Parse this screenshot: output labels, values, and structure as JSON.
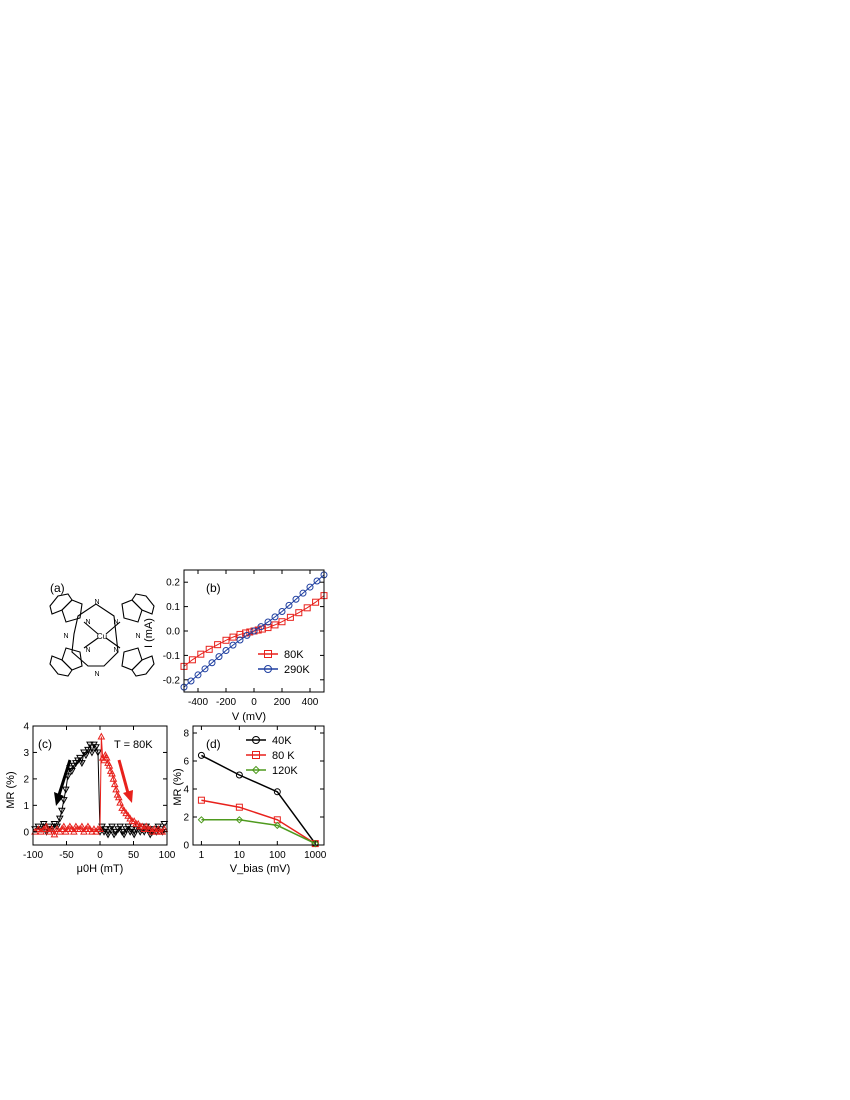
{
  "panels": {
    "a": {
      "tag": "(a)",
      "central_atom": "Cu",
      "ring_atom": "N"
    },
    "b": {
      "tag": "(b)"
    },
    "c": {
      "tag": "(c)",
      "annotation": "T = 80K"
    },
    "d": {
      "tag": "(d)"
    }
  },
  "colors": {
    "red": "#e8211c",
    "blue": "#1f3fa0",
    "black": "#000000",
    "green": "#4e9a1e"
  },
  "chart_data": [
    {
      "panel": "b",
      "type": "line",
      "xlabel": "V (mV)",
      "ylabel": "I (mA)",
      "xlim": [
        -500,
        500
      ],
      "ylim": [
        -0.25,
        0.25
      ],
      "xticks": [
        -400,
        -200,
        0,
        200,
        400
      ],
      "yticks": [
        -0.2,
        -0.1,
        0.0,
        0.1,
        0.2
      ],
      "xtick_labels": [
        "-400",
        "-200",
        "0",
        "200",
        "400"
      ],
      "ytick_labels": [
        "-0.2",
        "-0.1",
        "0.0",
        "0.1",
        "0.2"
      ],
      "legend_position": "bottom-right",
      "series": [
        {
          "name": "80K",
          "marker": "square",
          "color": "#e8211c",
          "x": [
            -500,
            -440,
            -380,
            -320,
            -260,
            -200,
            -150,
            -100,
            -60,
            -30,
            0,
            30,
            60,
            100,
            150,
            200,
            260,
            320,
            380,
            440,
            500
          ],
          "y": [
            -0.145,
            -0.118,
            -0.095,
            -0.075,
            -0.056,
            -0.038,
            -0.025,
            -0.014,
            -0.008,
            -0.004,
            0.0,
            0.004,
            0.008,
            0.014,
            0.025,
            0.038,
            0.056,
            0.075,
            0.095,
            0.118,
            0.145
          ]
        },
        {
          "name": "290K",
          "marker": "circle",
          "color": "#1f3fa0",
          "x": [
            -500,
            -450,
            -400,
            -350,
            -300,
            -250,
            -200,
            -150,
            -100,
            -50,
            0,
            50,
            100,
            150,
            200,
            250,
            300,
            350,
            400,
            450,
            500
          ],
          "y": [
            -0.23,
            -0.205,
            -0.18,
            -0.155,
            -0.13,
            -0.105,
            -0.08,
            -0.058,
            -0.037,
            -0.018,
            0.0,
            0.018,
            0.037,
            0.058,
            0.08,
            0.105,
            0.13,
            0.155,
            0.18,
            0.205,
            0.23
          ]
        }
      ]
    },
    {
      "panel": "c",
      "type": "line",
      "xlabel": "μ0H (mT)",
      "ylabel": "MR (%)",
      "xlim": [
        -100,
        100
      ],
      "ylim": [
        -0.5,
        4
      ],
      "xticks": [
        -100,
        -50,
        0,
        50,
        100
      ],
      "yticks": [
        0,
        1,
        2,
        3,
        4
      ],
      "xtick_labels": [
        "-100",
        "-50",
        "0",
        "50",
        "100"
      ],
      "ytick_labels": [
        "0",
        "1",
        "2",
        "3",
        "4"
      ],
      "series": [
        {
          "name": "",
          "marker": "triangle-down",
          "color": "#000000",
          "x": [
            -97,
            -92,
            -88,
            -84,
            -80,
            -76,
            -72,
            -68,
            -64,
            -60,
            -57,
            -54,
            -51,
            -48,
            -45,
            -42,
            -39,
            -36,
            -33,
            -30,
            -27,
            -24,
            -21,
            -18,
            -15,
            -12,
            -9,
            -6,
            -3,
            0,
            3,
            6,
            9,
            12,
            15,
            18,
            21,
            24,
            27,
            30,
            33,
            36,
            39,
            42,
            45,
            48,
            51,
            54,
            57,
            60,
            63,
            66,
            69,
            72,
            75,
            78,
            81,
            84,
            87,
            90,
            93,
            96
          ],
          "y": [
            0.1,
            0.2,
            0.1,
            0.3,
            0.0,
            0.2,
            0.1,
            0.3,
            0.2,
            0.5,
            0.8,
            1.2,
            1.6,
            2.1,
            2.4,
            2.3,
            2.5,
            2.6,
            2.7,
            2.8,
            2.6,
            3.0,
            2.9,
            3.1,
            3.3,
            3.0,
            3.3,
            3.2,
            3.0,
            0.0,
            0.2,
            0.0,
            0.1,
            -0.1,
            0.1,
            0.2,
            -0.1,
            0.0,
            0.1,
            0.2,
            0.0,
            -0.1,
            0.1,
            0.2,
            0.0,
            0.1,
            -0.1,
            0.1,
            0.2,
            0.0,
            0.1,
            0.0,
            0.2,
            0.1,
            -0.1,
            0.0,
            0.1,
            0.0,
            0.2,
            0.1,
            0.0,
            0.3
          ]
        },
        {
          "name": "",
          "marker": "triangle-up",
          "color": "#e8211c",
          "x": [
            -97,
            -92,
            -88,
            -84,
            -80,
            -76,
            -72,
            -68,
            -64,
            -60,
            -57,
            -54,
            -51,
            -48,
            -45,
            -42,
            -39,
            -36,
            -33,
            -30,
            -27,
            -24,
            -21,
            -18,
            -15,
            -12,
            -9,
            -6,
            -3,
            0,
            2,
            4,
            6,
            8,
            10,
            12,
            14,
            16,
            18,
            20,
            22,
            24,
            26,
            28,
            30,
            33,
            36,
            39,
            42,
            45,
            48,
            51,
            54,
            57,
            60,
            63,
            66,
            69,
            72,
            75,
            78,
            81,
            84,
            87,
            90,
            93,
            96
          ],
          "y": [
            0.0,
            0.1,
            0.0,
            0.1,
            0.2,
            0.0,
            0.1,
            -0.1,
            0.1,
            0.0,
            0.1,
            0.2,
            0.0,
            0.1,
            0.2,
            0.1,
            0.0,
            0.2,
            0.1,
            0.1,
            0.2,
            0.0,
            0.1,
            0.2,
            0.1,
            0.0,
            0.1,
            0.0,
            0.1,
            0.1,
            3.6,
            2.8,
            2.7,
            2.9,
            2.8,
            2.6,
            2.5,
            2.3,
            2.2,
            2.0,
            1.8,
            1.6,
            1.4,
            1.3,
            1.1,
            0.9,
            0.8,
            0.7,
            0.6,
            0.5,
            0.4,
            0.4,
            0.3,
            0.3,
            0.2,
            0.2,
            0.1,
            0.2,
            0.1,
            0.1,
            0.0,
            0.1,
            0.0,
            0.1,
            0.0,
            0.0,
            0.1
          ]
        }
      ]
    },
    {
      "panel": "d",
      "type": "line",
      "xlabel": "V_bias (mV)",
      "ylabel": "MR (%)",
      "x_scale": "log",
      "xlim": [
        0.6,
        1700
      ],
      "ylim": [
        0,
        8.5
      ],
      "xticks": [
        1,
        10,
        100,
        1000
      ],
      "yticks": [
        0,
        2,
        4,
        6,
        8
      ],
      "xtick_labels": [
        "1",
        "10",
        "100",
        "1000"
      ],
      "ytick_labels": [
        "0",
        "2",
        "4",
        "6",
        "8"
      ],
      "legend_position": "top-right",
      "series": [
        {
          "name": "40K",
          "marker": "circle",
          "color": "#000000",
          "x": [
            1,
            10,
            100,
            1000
          ],
          "y": [
            6.4,
            5.0,
            3.8,
            0.1
          ]
        },
        {
          "name": "80 K",
          "marker": "square",
          "color": "#e8211c",
          "x": [
            1,
            10,
            100,
            1000
          ],
          "y": [
            3.2,
            2.7,
            1.8,
            0.1
          ]
        },
        {
          "name": "120K",
          "marker": "diamond",
          "color": "#4e9a1e",
          "x": [
            1,
            10,
            100,
            1000
          ],
          "y": [
            1.8,
            1.8,
            1.4,
            0.1
          ]
        }
      ]
    }
  ]
}
